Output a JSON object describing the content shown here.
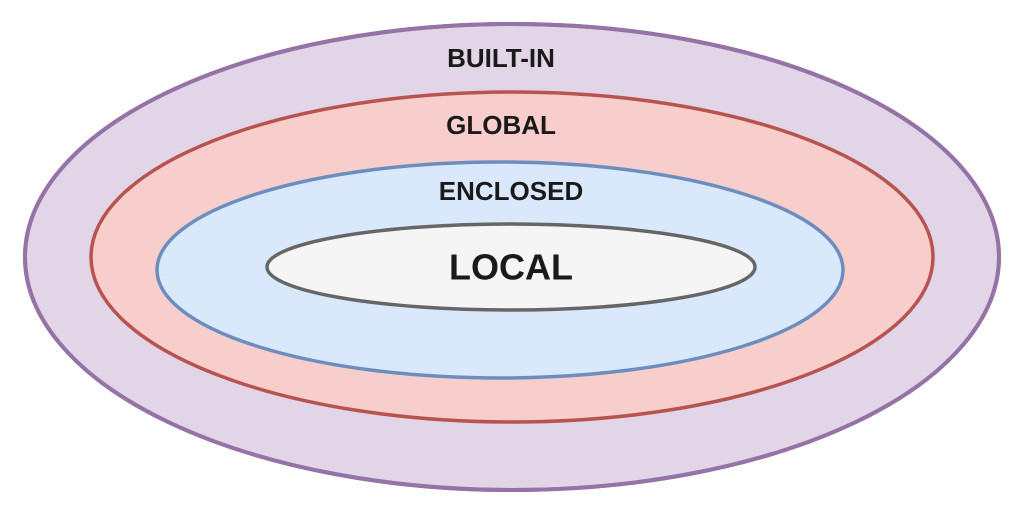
{
  "rings": [
    {
      "id": "builtin",
      "label": "BUILT-IN",
      "fill": "#e1d5e7",
      "stroke": "#9673a6"
    },
    {
      "id": "global",
      "label": "GLOBAL",
      "fill": "#f8cecc",
      "stroke": "#b85450"
    },
    {
      "id": "enclosed",
      "label": "ENCLOSED",
      "fill": "#dae8fc",
      "stroke": "#6c8ebf"
    },
    {
      "id": "local",
      "label": "LOCAL",
      "fill": "#f5f5f5",
      "stroke": "#666666"
    }
  ]
}
